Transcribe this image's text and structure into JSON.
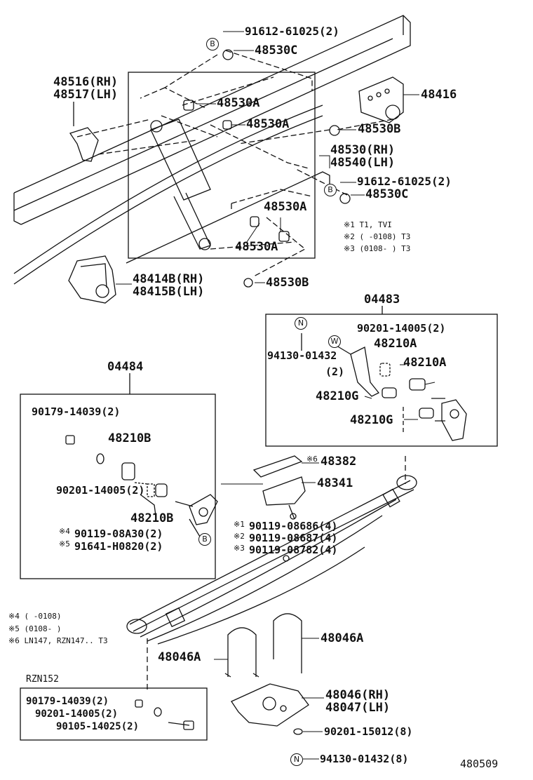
{
  "labels": {
    "p91612_top": "91612-61025(2)",
    "p48530C_top": "48530C",
    "p48516": "48516(RH)",
    "p48517": "48517(LH)",
    "p48530A_1": "48530A",
    "p48530A_2": "48530A",
    "p48416": "48416",
    "p48530B_top": "48530B",
    "p48530": "48530(RH)",
    "p48540": "48540(LH)",
    "p91612_mid": "91612-61025(2)",
    "p48530C_mid": "48530C",
    "p48530A_3": "48530A",
    "p48530A_4": "48530A",
    "p48414B": "48414B(RH)",
    "p48415B": "48415B(LH)",
    "p48530B_bot": "48530B",
    "p04483": "04483",
    "p90201_right": "90201-14005(2)",
    "p94130_right": "94130-01432",
    "p94130_right_qty": "(2)",
    "p48210A_1": "48210A",
    "p48210A_2": "48210A",
    "p48210G_1": "48210G",
    "p48210G_2": "48210G",
    "p04484": "04484",
    "p90179_left": "90179-14039(2)",
    "p48210B_1": "48210B",
    "p90201_left": "90201-14005(2)",
    "p48210B_2": "48210B",
    "p90119_08A30": "90119-08A30(2)",
    "p91641": "91641-H0820(2)",
    "p48382": "48382",
    "p48341": "48341",
    "p90119_08686": "90119-08686(4)",
    "p90119_08687": "90119-08687(4)",
    "p90119_08782": "90119-08782(4)",
    "p48046A_1": "48046A",
    "p48046A_2": "48046A",
    "p48046": "48046(RH)",
    "p48047": "48047(LH)",
    "p90201_15012": "90201-15012(8)",
    "p94130_bottom": "94130-01432(8)",
    "rzn_title": "RZN152",
    "rzn_90179": "90179-14039(2)",
    "rzn_90201": "90201-14005(2)",
    "rzn_90105": "90105-14025(2)",
    "diagram_id": "480509"
  },
  "notes": {
    "n1": "※1 T1, TVI",
    "n2": "※2 (       -0108) T3",
    "n3": "※3 (0108-       ) T3",
    "n4": "※4 (       -0108)",
    "n5": "※5 (0108-       )",
    "n6": "※6 LN147, RZN147.. T3",
    "m1": "※1",
    "m2": "※2",
    "m3": "※3",
    "m4": "※4",
    "m5": "※5",
    "m6": "※6"
  },
  "markers": {
    "b": "B",
    "w": "W",
    "n": "N"
  }
}
